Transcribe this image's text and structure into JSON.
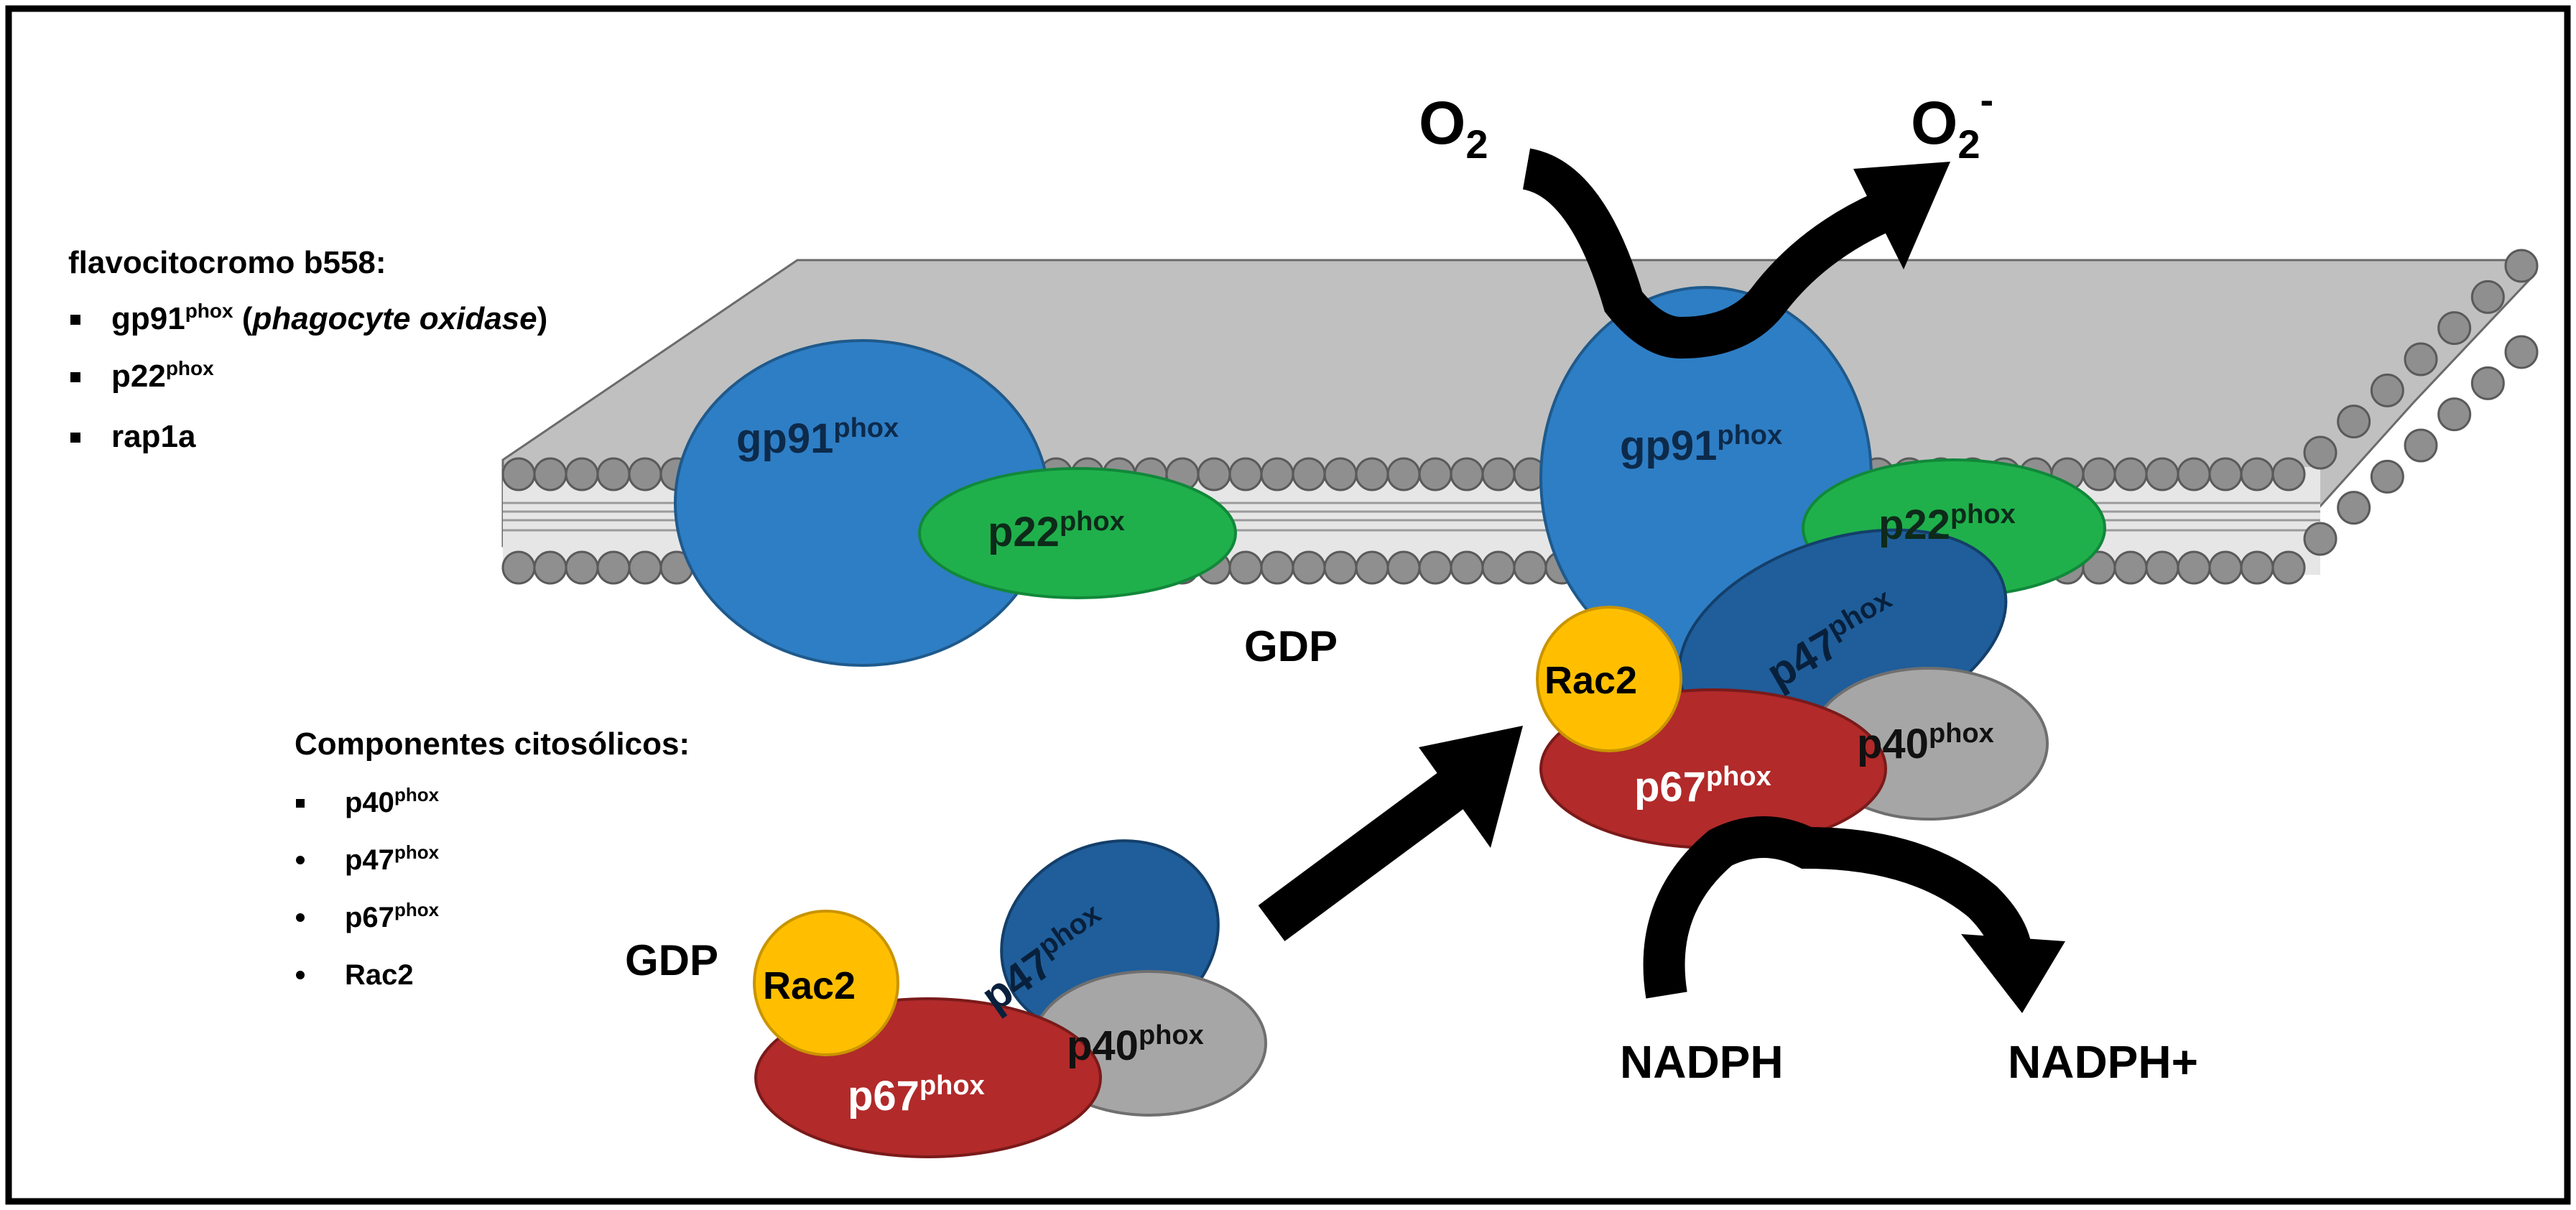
{
  "legend_membrane": {
    "title": "flavocitocromo b558:",
    "items": [
      {
        "name": "gp91",
        "sup": "phox",
        "paren_open": " (",
        "paren_italic": "phagocyte oxidase",
        "paren_close": ")"
      },
      {
        "name": "p22",
        "sup": "phox"
      },
      {
        "name": "rap1a"
      }
    ]
  },
  "legend_cytosolic": {
    "title": "Componentes citosólicos:",
    "items": [
      {
        "name": "p40",
        "sup": "phox"
      },
      {
        "name": "p47",
        "sup": "phox"
      },
      {
        "name": "p67",
        "sup": "phox"
      },
      {
        "name": "Rac2"
      }
    ]
  },
  "labels": {
    "phox": "phox",
    "gp91": "gp91",
    "p22": "p22",
    "p47": "p47",
    "p40": "p40",
    "p67": "p67",
    "rac2": "Rac2",
    "gdp": "GDP",
    "o2": "O",
    "o2_sub": "2",
    "o2_minus": "-",
    "nadph": "NADPH",
    "nadph_plus": "NADPH+"
  },
  "colors": {
    "gp91": "#2e7ec5",
    "p22": "#1fb04b",
    "p47": "#1f5e9a",
    "p40": "#a6a6a6",
    "p67": "#b22a2a",
    "rac2": "#ffbf00",
    "membrane": "#bfbfbf",
    "lipid_head": "#8f8f8f",
    "arrow": "#000000"
  }
}
